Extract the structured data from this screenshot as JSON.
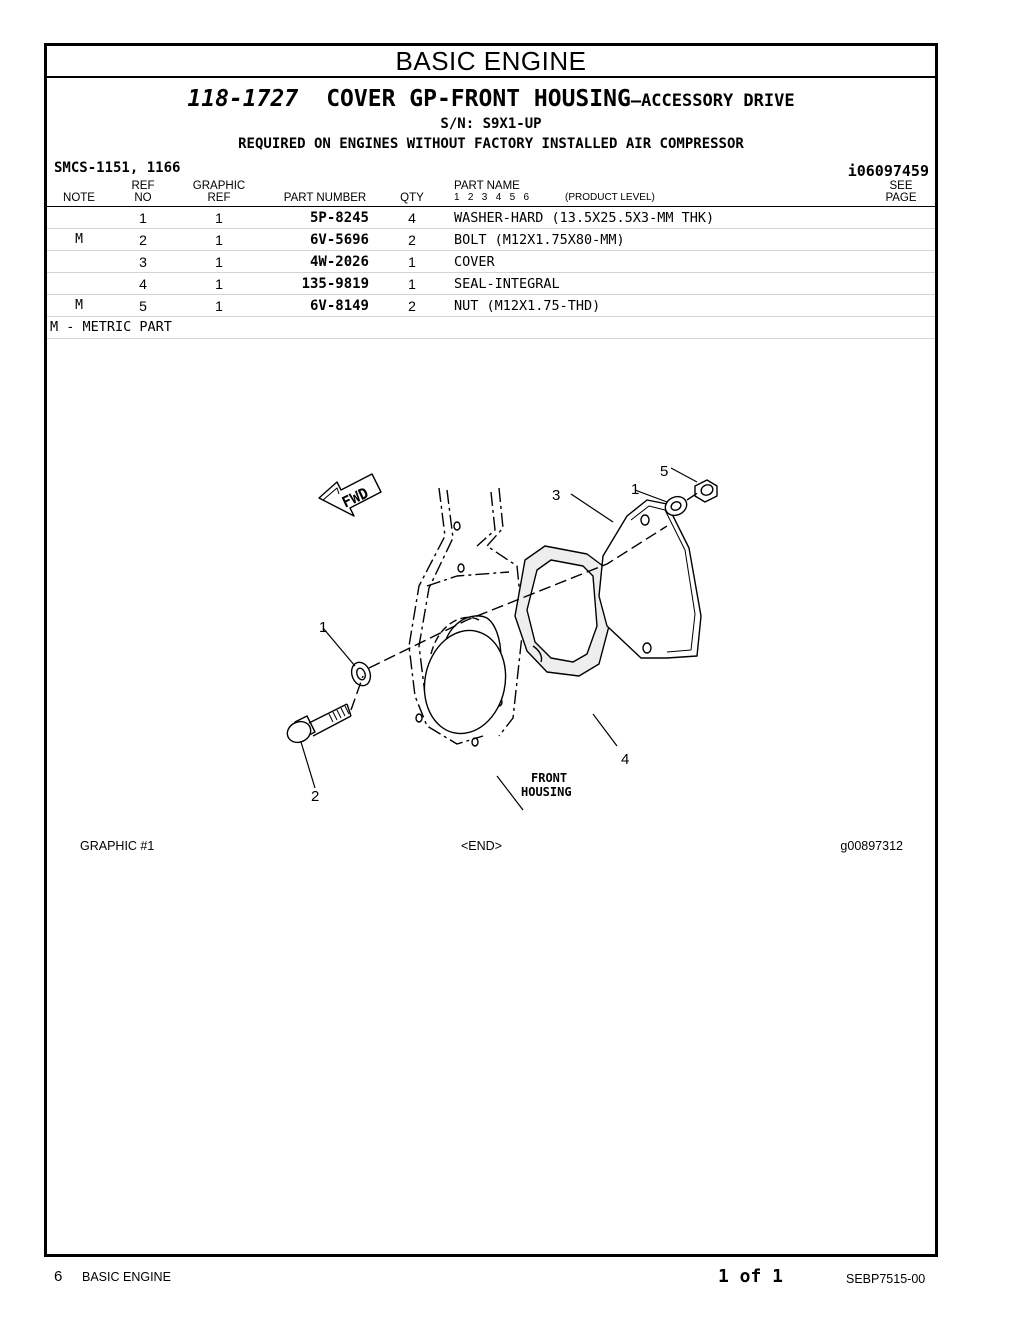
{
  "section_title": "BASIC ENGINE",
  "part_header": {
    "group_number": "118-1727",
    "group_name": "COVER GP-FRONT HOUSING",
    "group_subname": "—ACCESSORY DRIVE",
    "serial": "S/N: S9X1-UP",
    "requirement": "REQUIRED ON ENGINES WITHOUT FACTORY INSTALLED AIR COMPRESSOR"
  },
  "smcs": "SMCS-1151, 1166",
  "illustration_id": "i06097459",
  "columns": {
    "note": "NOTE",
    "ref_no_1": "REF",
    "ref_no_2": "NO",
    "graphic_ref_1": "GRAPHIC",
    "graphic_ref_2": "REF",
    "part_number": "PART NUMBER",
    "qty": "QTY",
    "part_name": "PART NAME",
    "levels": "1   2   3   4   5   6",
    "product_level": "(PRODUCT LEVEL)",
    "see_page_1": "SEE",
    "see_page_2": "PAGE"
  },
  "parts": [
    {
      "note": "",
      "ref": "1",
      "graphic_ref": "1",
      "part_number": "5P-8245",
      "qty": "4",
      "name": "WASHER-HARD (13.5X25.5X3-MM THK)"
    },
    {
      "note": "M",
      "ref": "2",
      "graphic_ref": "1",
      "part_number": "6V-5696",
      "qty": "2",
      "name": "BOLT (M12X1.75X80-MM)"
    },
    {
      "note": "",
      "ref": "3",
      "graphic_ref": "1",
      "part_number": "4W-2026",
      "qty": "1",
      "name": "COVER"
    },
    {
      "note": "",
      "ref": "4",
      "graphic_ref": "1",
      "part_number": "135-9819",
      "qty": "1",
      "name": "SEAL-INTEGRAL"
    },
    {
      "note": "M",
      "ref": "5",
      "graphic_ref": "1",
      "part_number": "6V-8149",
      "qty": "2",
      "name": "NUT (M12X1.75-THD)"
    }
  ],
  "legend_note": "M - METRIC PART",
  "illustration": {
    "fwd_label": "FWD",
    "callouts": [
      "1",
      "2",
      "3",
      "4",
      "5",
      "1"
    ],
    "front_housing_line1": "FRONT",
    "front_housing_line2": "HOUSING"
  },
  "graphic_footer": {
    "graphic_label": "GRAPHIC #1",
    "end_marker": "<END>",
    "graphic_id": "g00897312"
  },
  "page_footer": {
    "page_number": "6",
    "section": "BASIC ENGINE",
    "page_of": "1 of 1",
    "doc_id": "SEBP7515-00"
  }
}
